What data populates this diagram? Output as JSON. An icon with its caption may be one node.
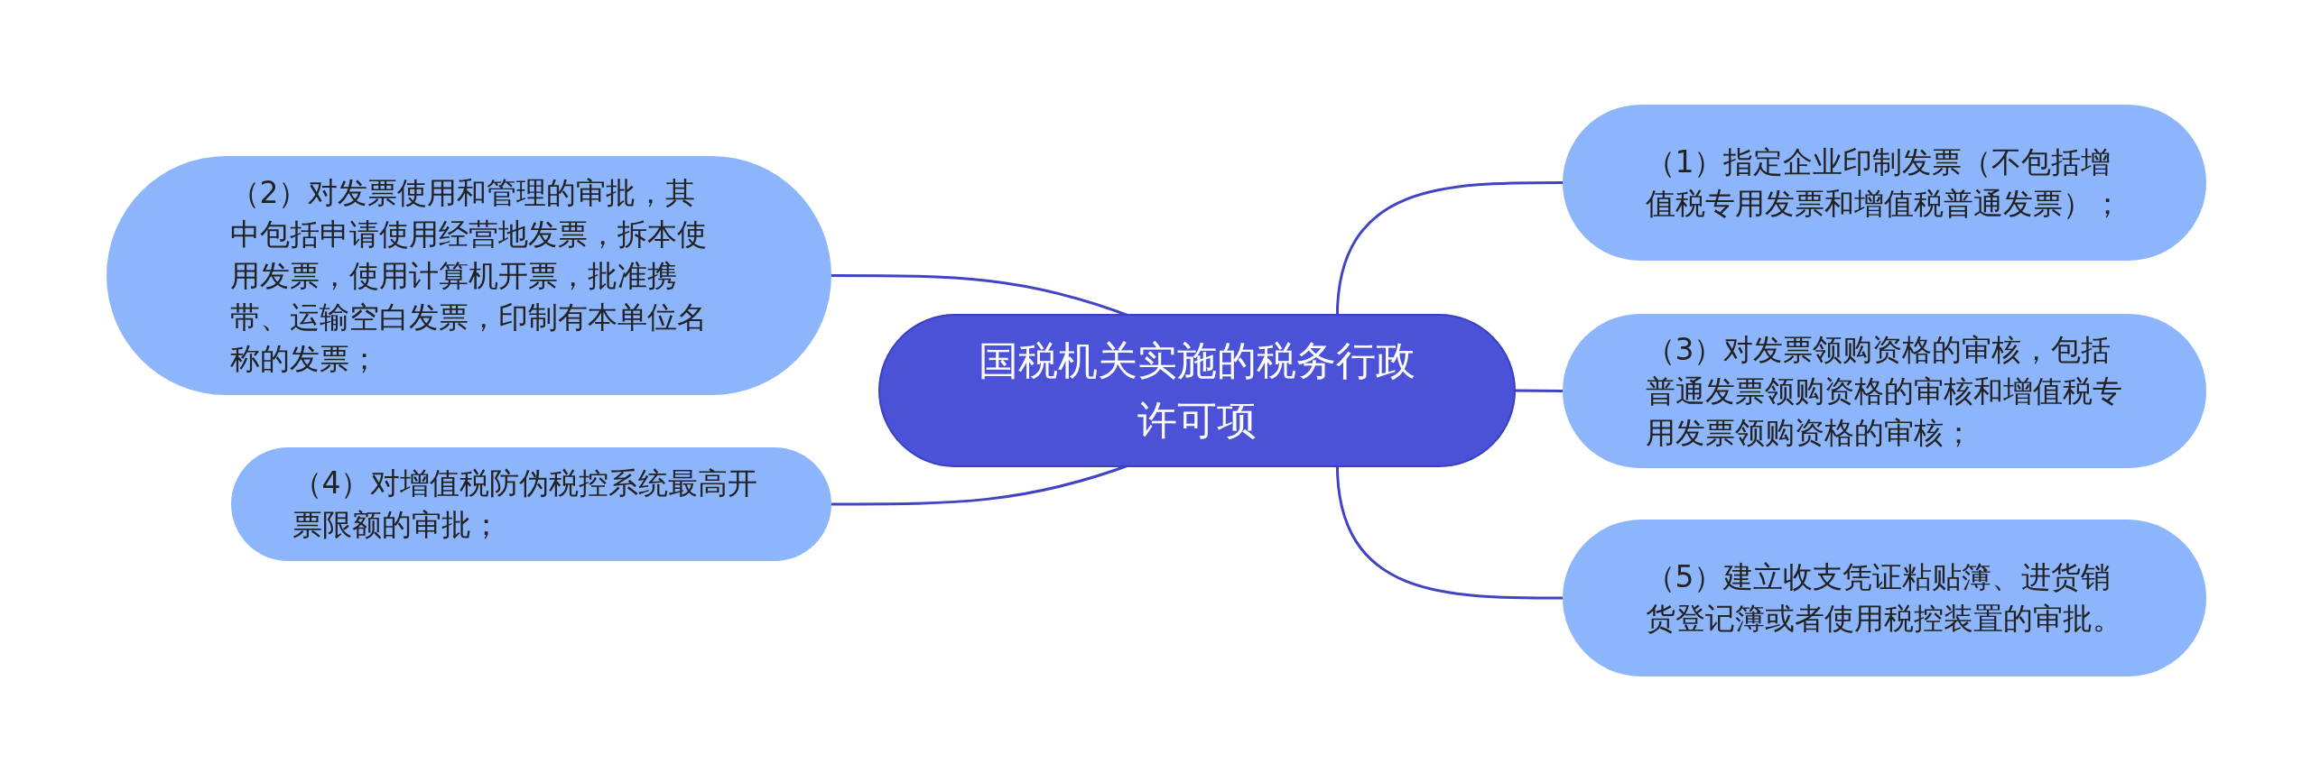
{
  "diagram": {
    "nodes": [
      {
        "text": [
          "国税机关实施的税务行政许可项"
        ]
      },
      {
        "text": [
          "（1）指定企业印制发票（不包括增值税专用发票和增值税普通发票）；"
        ]
      },
      {
        "text": [
          "（2）对发票使用和管理的审批，其中包括申请使用经营地发票，拆本使用发票，使用计算机开票，批准携带、运输空白发票，印制有本单位名称的发票；"
        ]
      },
      {
        "text": [
          "（3）对发票领购资格的审核，包括普通发票领购资格的审核和增值税专用发票领购资格的审核；"
        ]
      },
      {
        "text": [
          "（4）对增值税防伪税控系统最高开票限额的审批；"
        ]
      },
      {
        "text": [
          "（5）建立收支凭证粘贴簿、进货销货登记簿或者使用税控装置的审批。"
        ]
      }
    ],
    "edges": [
      {
        "from": 0,
        "to": 1,
        "arrow": "none"
      },
      {
        "from": 0,
        "to": 2,
        "arrow": "none"
      },
      {
        "from": 0,
        "to": 3,
        "arrow": "none"
      },
      {
        "from": 0,
        "to": 4,
        "arrow": "none"
      },
      {
        "from": 0,
        "to": 5,
        "arrow": "none"
      }
    ]
  }
}
